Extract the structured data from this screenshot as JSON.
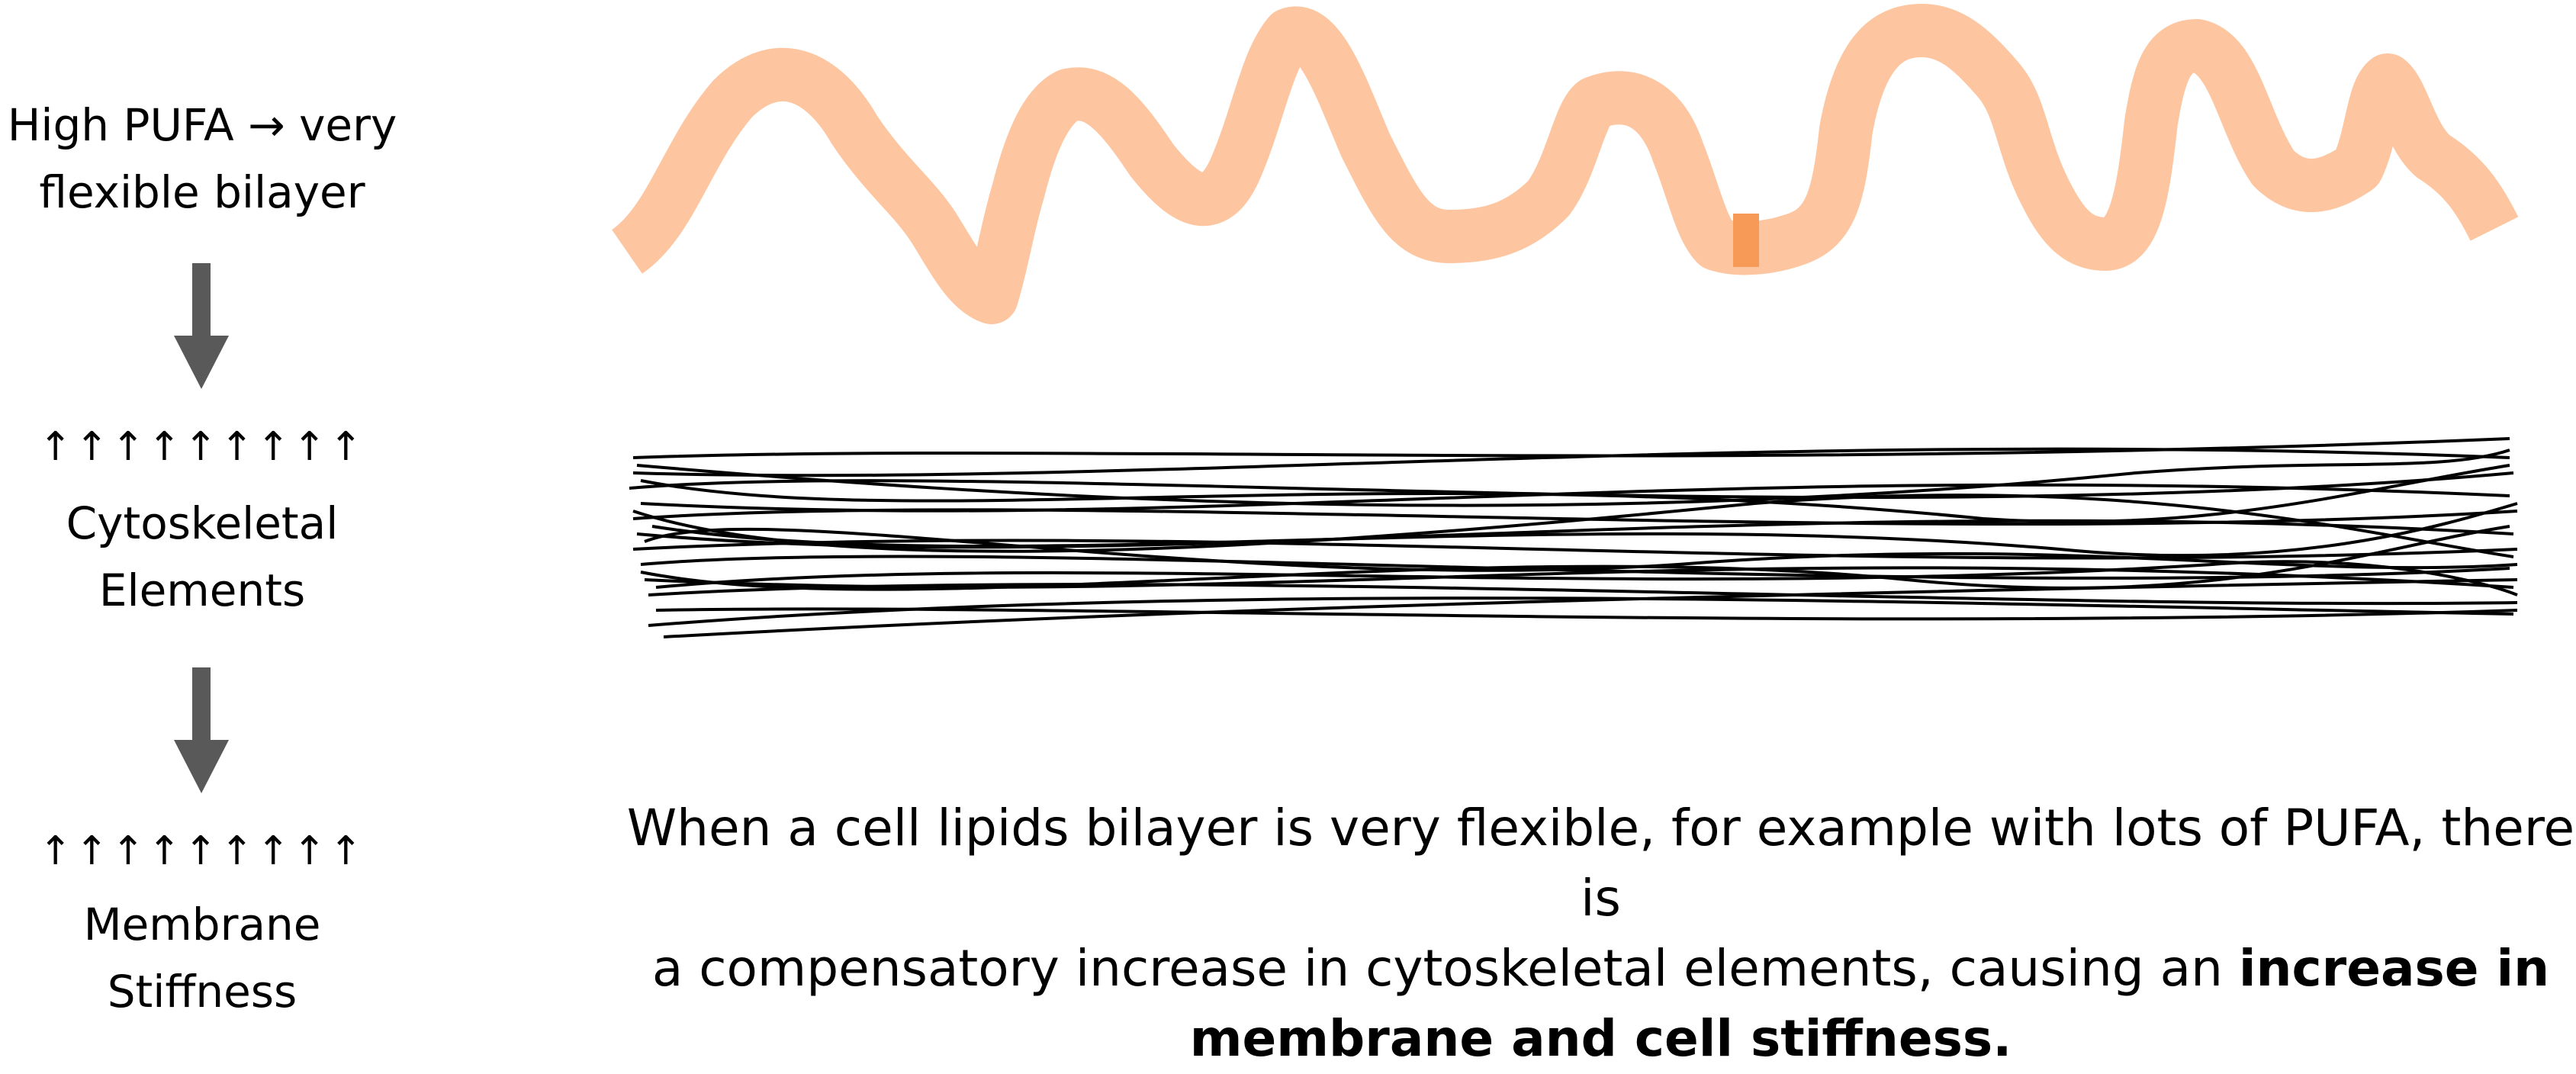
{
  "left_column": {
    "step1_line1": "High PUFA → very",
    "step1_line2": "flexible bilayer",
    "step2_arrows": "↑↑↑↑↑↑↑↑↑",
    "step2_line1": "Cytoskeletal",
    "step2_line2": "Elements",
    "step3_arrows": "↑↑↑↑↑↑↑↑↑",
    "step3_line1": "Membrane",
    "step3_line2": "Stiffness"
  },
  "caption": {
    "line1": "When a cell lipids bilayer is very flexible, for example with lots of PUFA, there is",
    "line2_plain": "a compensatory increase in cytoskeletal elements, causing an ",
    "line2_bold": "increase in",
    "line3_bold": "membrane and cell stiffness."
  },
  "colors": {
    "bilayer": "#fdc6a0",
    "bilayer_mark": "#f79a57",
    "filaments": "#000000",
    "flow_arrow": "#595959"
  },
  "icons": {
    "flow_arrow": "down-arrow-icon",
    "bilayer": "wavy-bilayer-strip",
    "filaments": "cytoskeleton-filament-bundle"
  }
}
